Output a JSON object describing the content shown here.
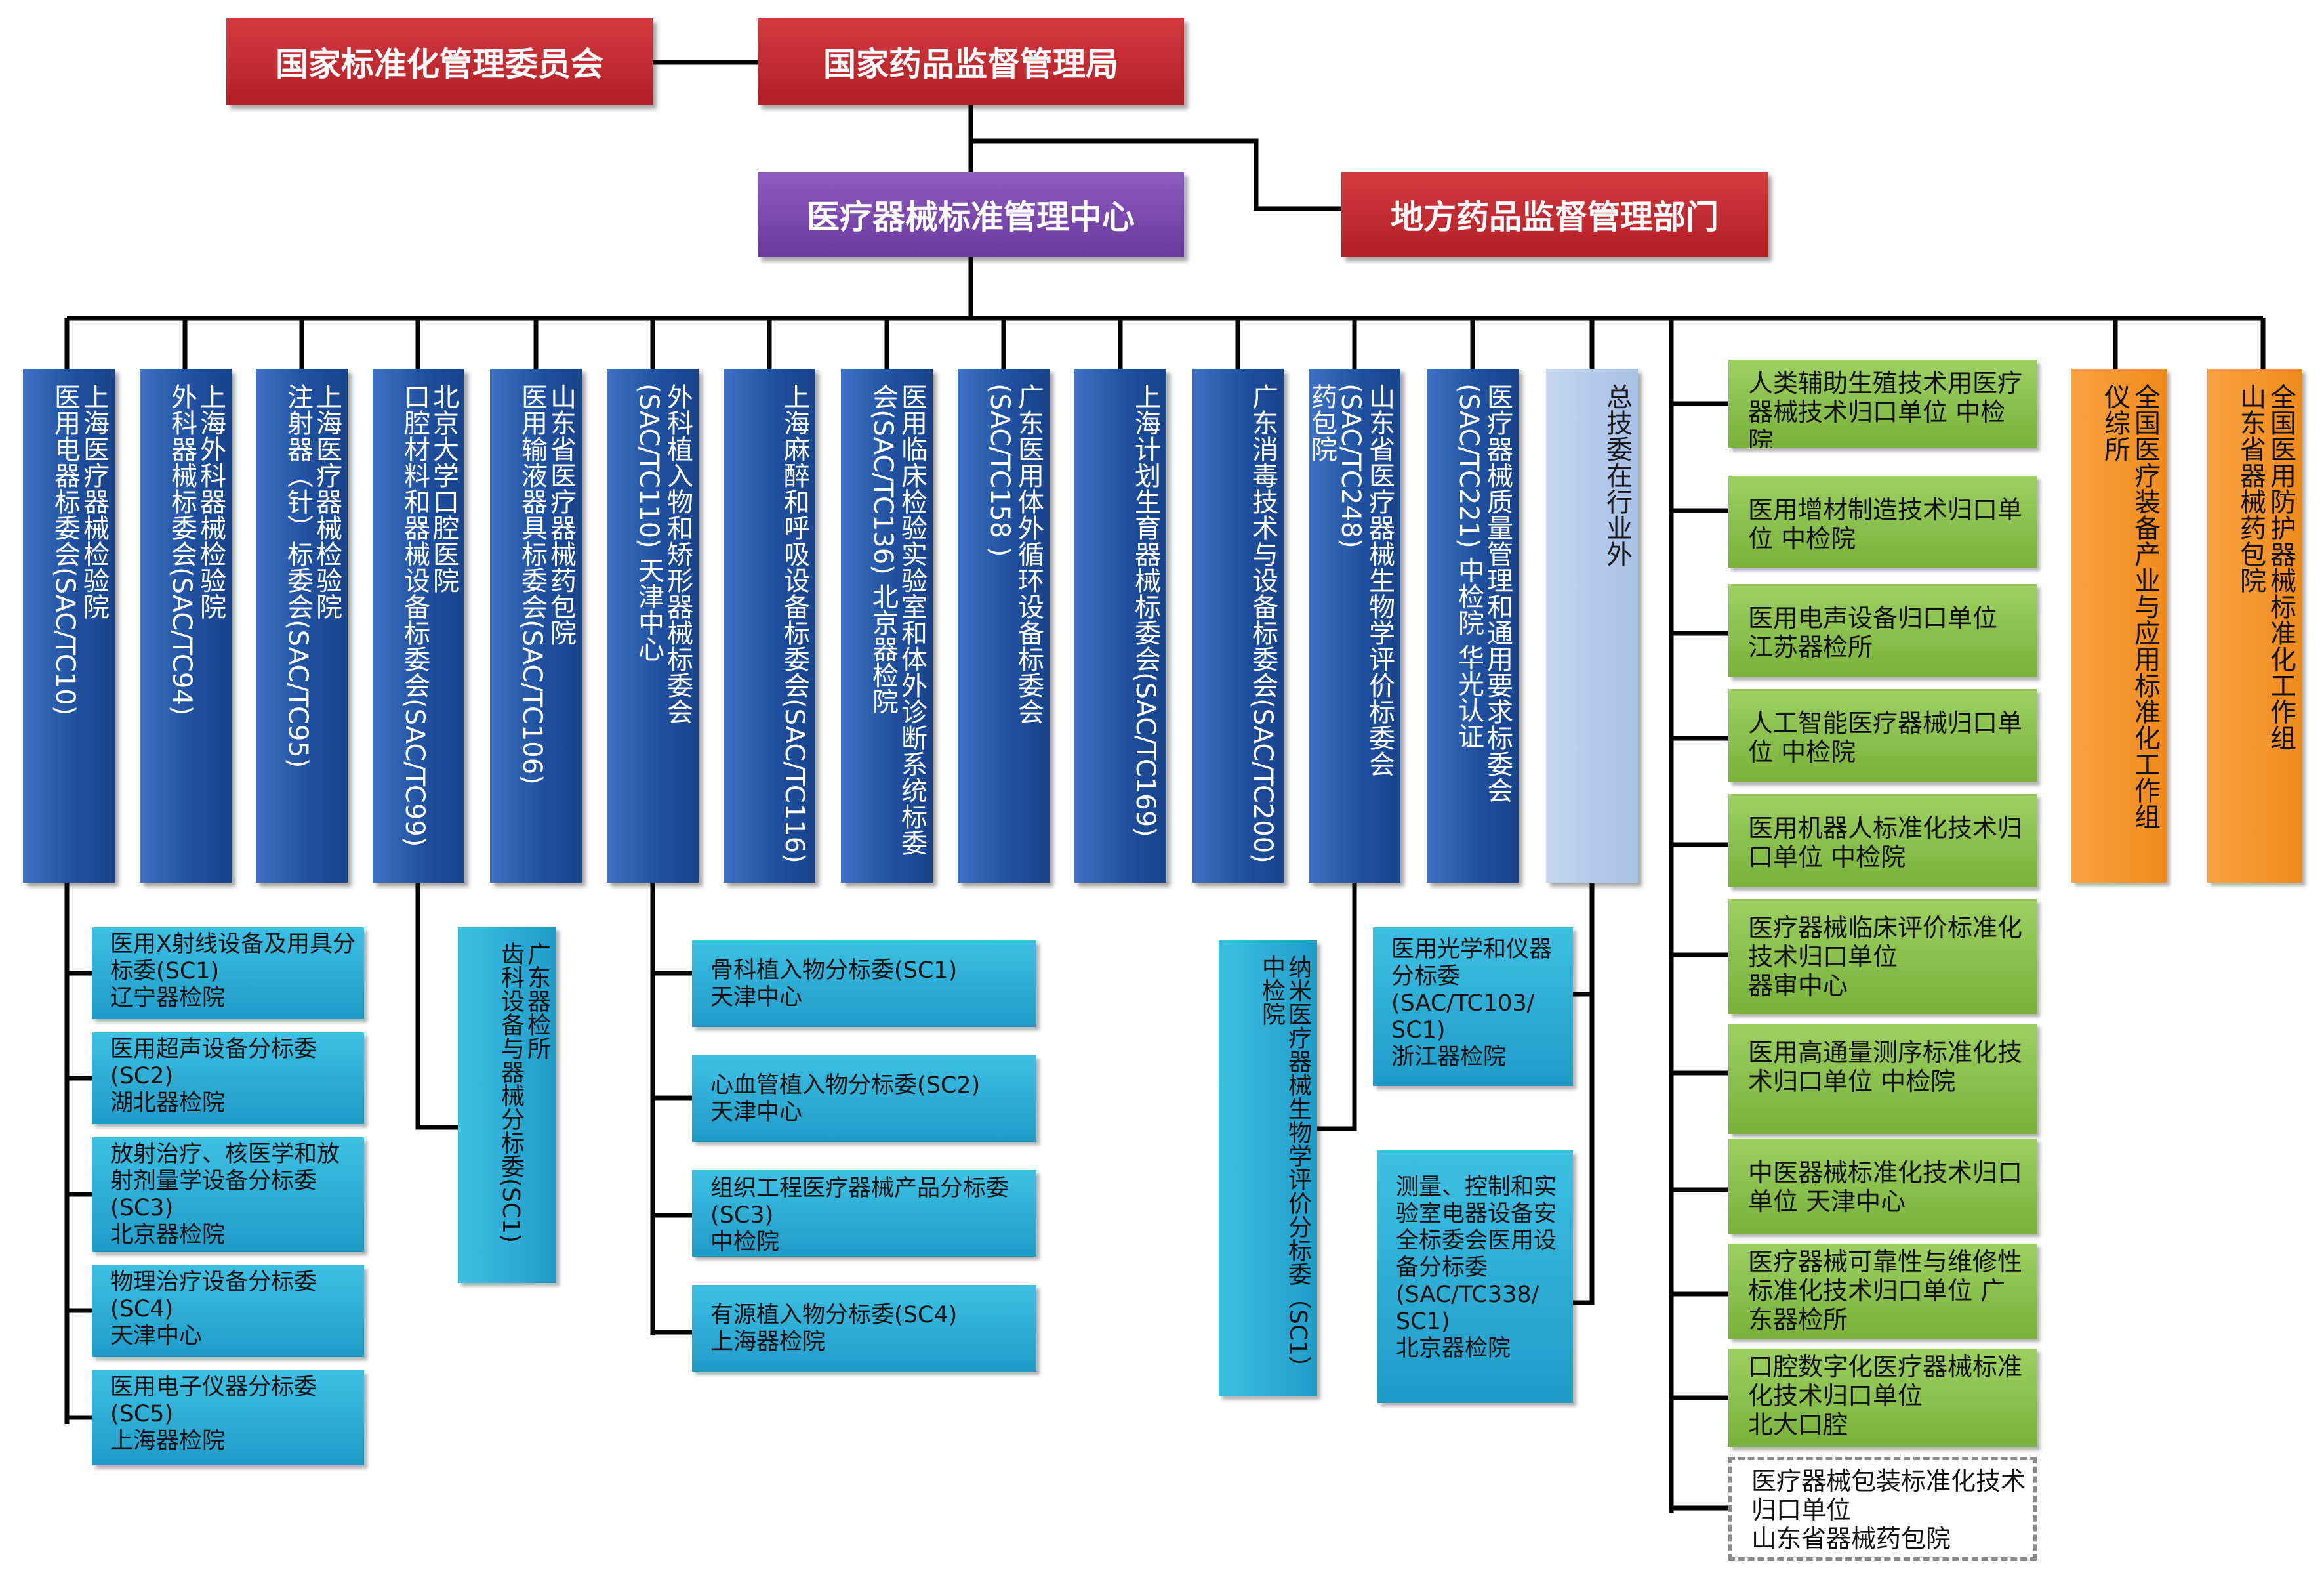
{
  "top": {
    "sac": "国家标准化管理委员会",
    "nmpa": "国家药品监督管理局",
    "center": "医疗器械标准管理中心",
    "local": "地方药品监督管理部门"
  },
  "columns": [
    {
      "label": "上海医疗器械检验院\n医用电器标委会(SAC/TC10)"
    },
    {
      "label": "上海外科器械检验院\n外科器械标委会(SAC/TC94)"
    },
    {
      "label": "上海医疗器械检验院\n注射器（针）标委会(SAC/TC95)"
    },
    {
      "label": "北京大学口腔医院\n口腔材料和器械设备标委会(SAC/TC99)"
    },
    {
      "label": "山东省医疗器械药包院\n医用输液器具标委会(SAC/TC106)"
    },
    {
      "label": "外科植入物和矫形器械标委会\n(SAC/TC110)  天津中心"
    },
    {
      "label": "上海麻醉和呼吸设备标委会(SAC/TC116)"
    },
    {
      "label": "医用临床检验实验室和体外诊断系统标委会(SAC/TC136)  北京器检院"
    },
    {
      "label": "广东医用体外循环设备标委会(SAC/TC158 )"
    },
    {
      "label": "上海计划生育器械标委会(SAC/TC169)"
    },
    {
      "label": "广东消毒技术与设备标委会(SAC/TC200)"
    },
    {
      "label": "山东省医疗器械生物学评价标委会(SAC/TC248)\n药包院"
    },
    {
      "label": "医疗器械质量管理和通用要求标委会\n(SAC/TC221)  中检院 华光认证"
    },
    {
      "label": "总技委在行业外"
    }
  ],
  "sub_tc10": [
    "医用X射线设备及用具分标委(SC1)\n辽宁器检院",
    "医用超声设备分标委(SC2)\n湖北器检院",
    "放射治疗、核医学和放射剂量学设备分标委(SC3)\n北京器检院",
    "物理治疗设备分标委(SC4)\n天津中心",
    "医用电子仪器分标委(SC5)\n上海器检院"
  ],
  "sub_tc99": "广东器检所\n齿科设备与器械分标委(SC1)",
  "sub_tc110": [
    "骨科植入物分标委(SC1)\n天津中心",
    "心血管植入物分标委(SC2)\n天津中心",
    "组织工程医疗器械产品分标委(SC3)\n中检院",
    "有源植入物分标委(SC4)\n上海器检院"
  ],
  "sub_tc248": "纳米医疗器械生物学评价分标委（SC1）\n中检院",
  "sub_outside": [
    "医用光学和仪器分标委\n(SAC/TC103/\nSC1)\n浙江器检院",
    "测量、控制和实验室电器设备安全标委会医用设备分标委\n(SAC/TC338/\nSC1)\n北京器检院"
  ],
  "green_units": [
    "人类辅助生殖技术用医疗器械技术归口单位      中检院",
    "医用增材制造技术归口单位  中检院",
    "医用电声设备归口单位  江苏器检所",
    "人工智能医疗器械归口单位  中检院",
    "医用机器人标准化技术归口单位 中检院",
    "医疗器械临床评价标准化技术归口单位\n器审中心",
    "医用高通量测序标准化技术归口单位  中检院",
    "中医器械标准化技术归口单位  天津中心",
    "医疗器械可靠性与维修性标准化技术归口单位   广东器检所",
    "口腔数字化医疗器械标准化技术归口单位\n北大口腔"
  ],
  "dashed_unit": "医疗器械包装标准化技术归口单位\n山东省器械药包院",
  "orange_units": [
    "全国医疗装备产业与应用标准化工作组\n仪综所",
    "全国医用防护器械标准化工作组\n山东省器械药包院"
  ],
  "colors": {
    "red": "#c0282e",
    "purple": "#7b48ad",
    "blue": "#1e4f9e",
    "teal": "#2aaed6",
    "green": "#88c04b",
    "orange": "#f5921e"
  }
}
